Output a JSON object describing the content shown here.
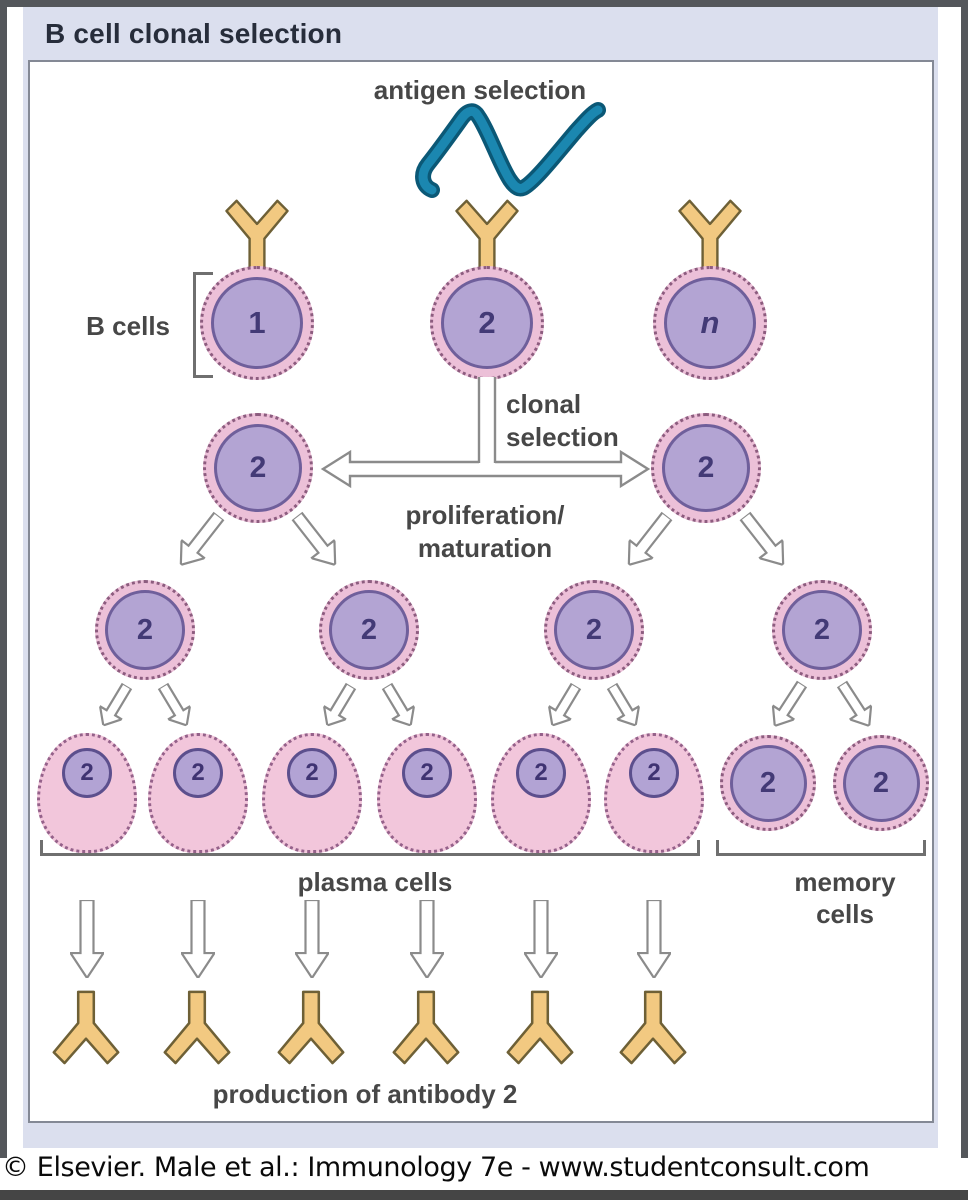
{
  "title": "B cell clonal selection",
  "footer": "© Elsevier. Male et al.: Immunology 7e - www.studentconsult.com",
  "labels": {
    "antigen_selection": "antigen selection",
    "b_cells": "B cells",
    "clonal_selection": "clonal\nselection",
    "proliferation_maturation": "proliferation/\nmaturation",
    "plasma_cells": "plasma cells",
    "memory_cells": "memory\ncells",
    "production": "production of antibody 2"
  },
  "cells": {
    "row1": [
      "1",
      "2",
      "n"
    ],
    "row2": [
      "2",
      "2"
    ],
    "row3": [
      "2",
      "2",
      "2",
      "2"
    ],
    "plasma": [
      "2",
      "2",
      "2",
      "2",
      "2",
      "2"
    ],
    "memory": [
      "2",
      "2"
    ]
  },
  "icons": {
    "antigen": "antigen-squiggle",
    "receptor": "b-cell-receptor-y",
    "antibody": "antibody-y",
    "arrows": "white-outline-arrows"
  },
  "colors": {
    "title_bar": "#dbdfee",
    "title_text": "#272d3b",
    "label_text": "#474747",
    "cell_ring_pink": "#ecc0d8",
    "cell_body_purple": "#b3a4d3",
    "cell_number": "#433a76",
    "plasma_body": "#f2c6db",
    "antibody_gold": "#f2c981",
    "antigen_teal": "#1b87b0",
    "arrow_outline": "#8b8b8b",
    "frame_gray": "#54575b"
  }
}
